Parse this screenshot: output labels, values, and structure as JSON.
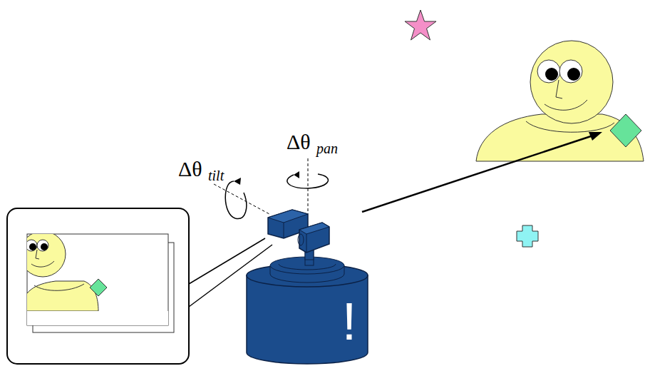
{
  "diagram": {
    "nodes": [
      {
        "text": [
          "!"
        ]
      }
    ],
    "labels": [
      "Δθ",
      "tilt",
      "Δθ",
      "pan"
    ]
  }
}
